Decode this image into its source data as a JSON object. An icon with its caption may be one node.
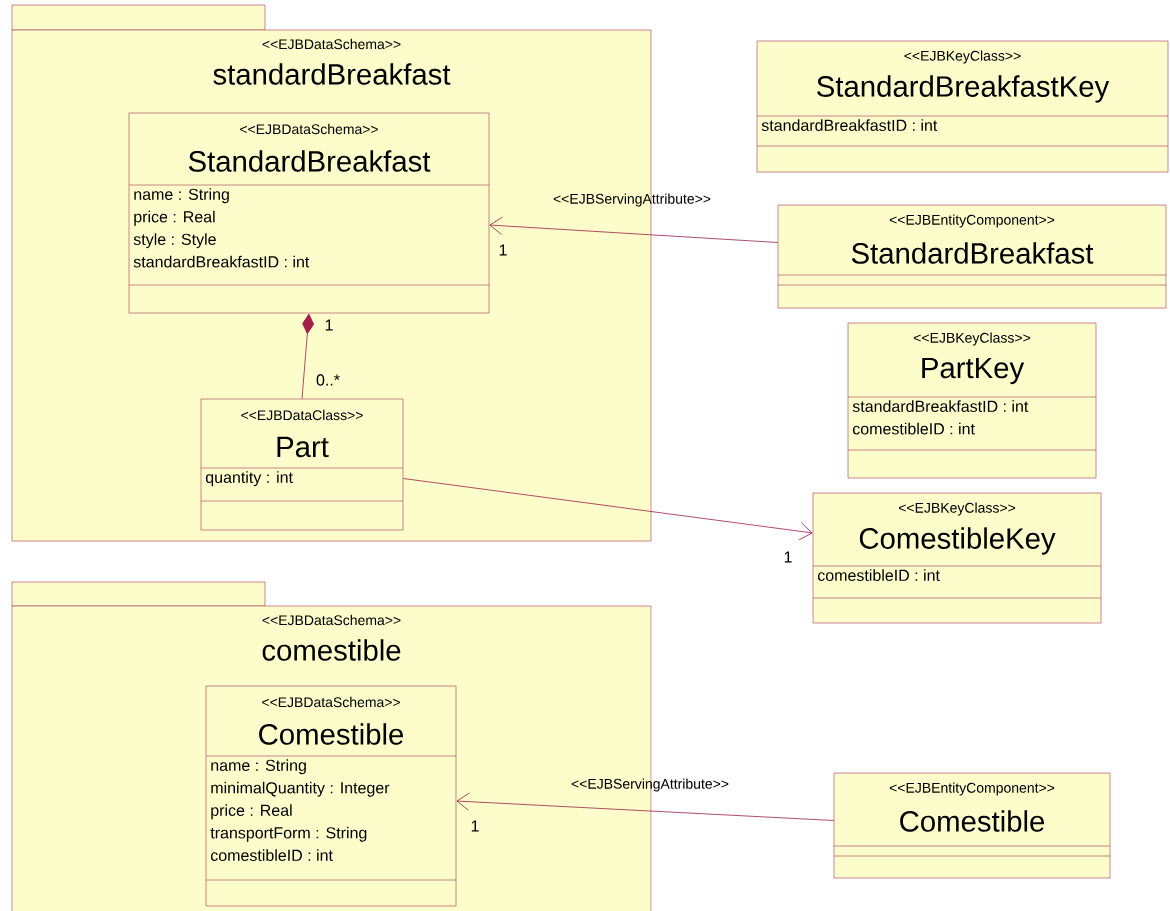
{
  "diagram": {
    "nodes": [
      {
        "text": [
          "<<EJBDataSchema>>",
          "standardBreakfast"
        ]
      },
      {
        "text": [
          "<<EJBDataSchema>>",
          "StandardBreakfast",
          "name : String",
          "price : Real",
          "style : Style",
          "standardBreakfastID : int"
        ],
        "in": 0
      },
      {
        "text": [
          "<<EJBDataClass>>",
          "Part",
          "quantity : int"
        ],
        "in": 0
      },
      {
        "text": [
          "<<EJBKeyClass>>",
          "StandardBreakfastKey",
          "standardBreakfastID : int"
        ]
      },
      {
        "text": [
          "<<EJBEntityComponent>>",
          "StandardBreakfast"
        ]
      },
      {
        "text": [
          "<<EJBKeyClass>>",
          "PartKey",
          "standardBreakfastID : int",
          "comestibleID : int"
        ]
      },
      {
        "text": [
          "<<EJBKeyClass>>",
          "ComestibleKey",
          "comestibleID : int"
        ]
      },
      {
        "text": [
          "<<EJBDataSchema>>",
          "comestible"
        ]
      },
      {
        "text": [
          "<<EJBDataSchema>>",
          "Comestible",
          "name : String",
          "minimalQuantity : Integer",
          "price : Real",
          "transportForm : String",
          "comestibleID : int"
        ],
        "in": 7
      },
      {
        "text": [
          "<<EJBEntityComponent>>",
          "Comestible"
        ]
      }
    ],
    "edges": [
      {
        "from": 4,
        "to": 1,
        "arrow": "to",
        "label": "<<EJBServingAttribute>>"
      },
      {
        "from": 1,
        "to": 2,
        "arrow": "other"
      },
      {
        "from": 2,
        "to": 6,
        "arrow": "to"
      },
      {
        "from": 9,
        "to": 8,
        "arrow": "to",
        "label": "<<EJBServingAttribute>>"
      }
    ],
    "labels": [
      "1",
      "1",
      "0..*",
      "1",
      "1"
    ]
  }
}
